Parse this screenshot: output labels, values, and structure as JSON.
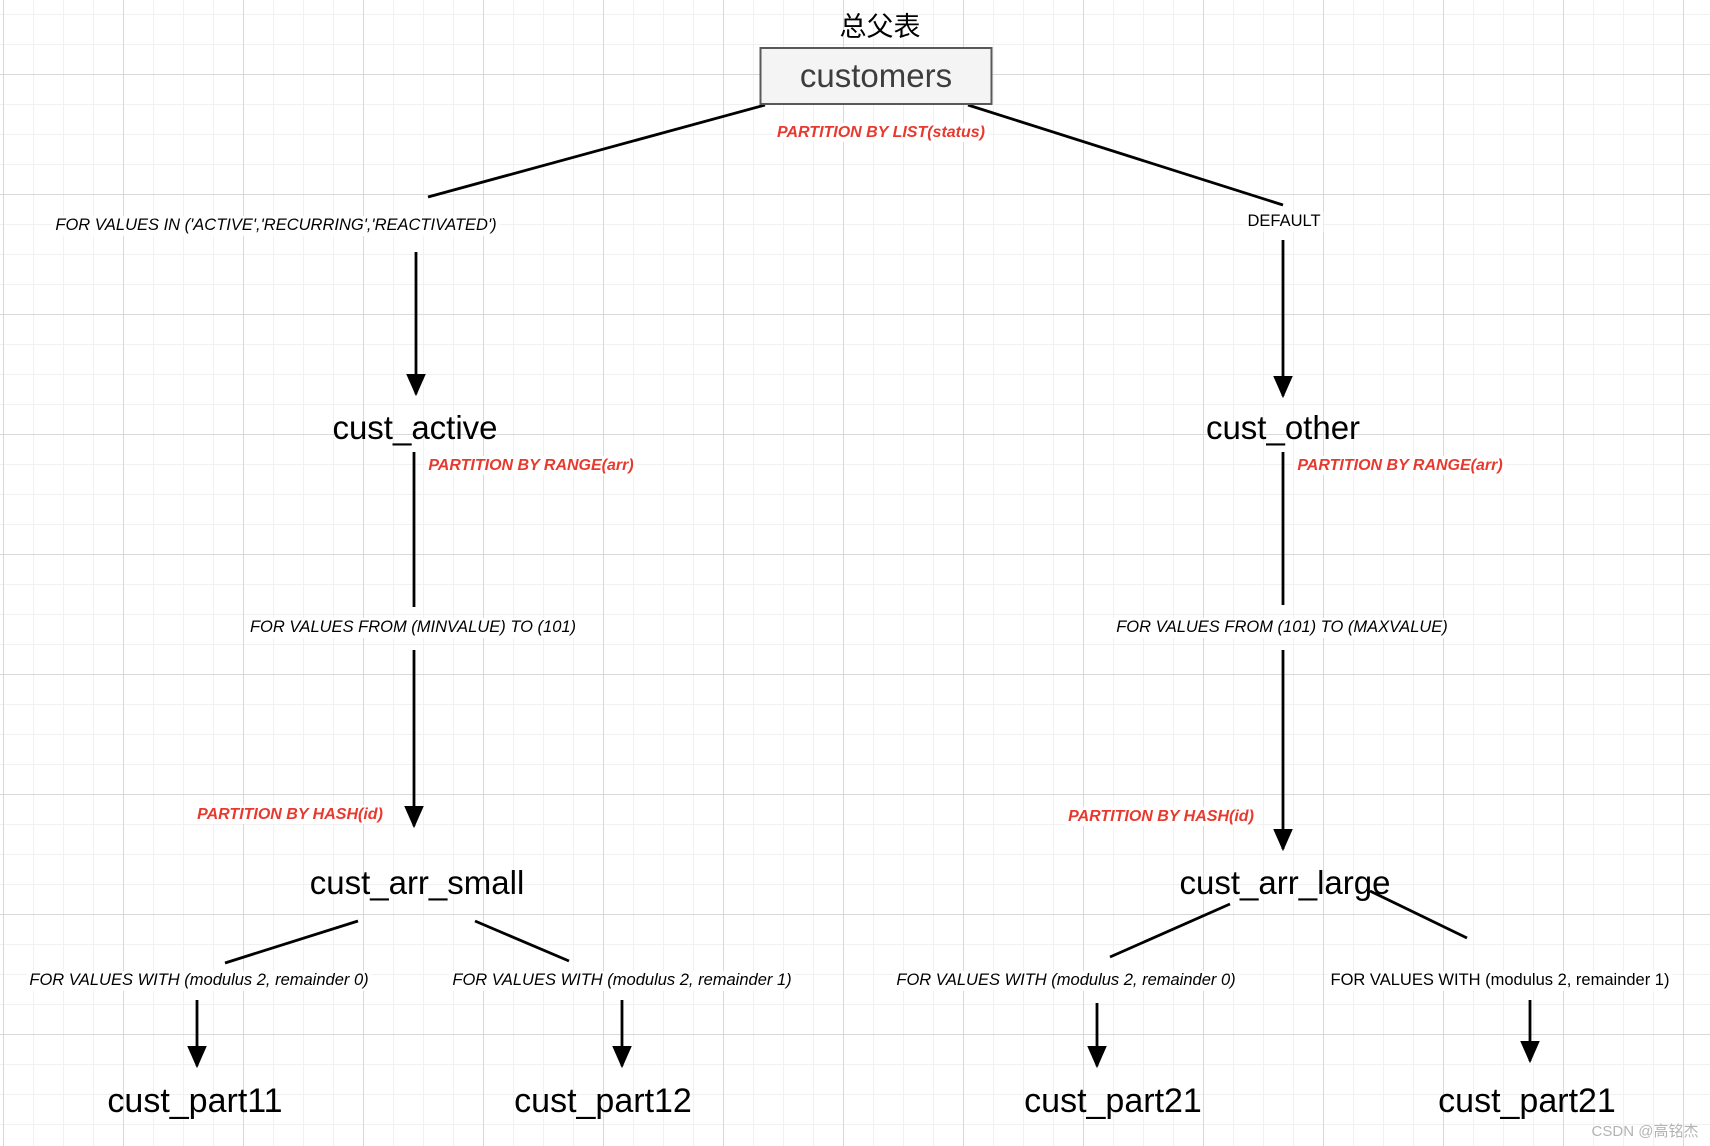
{
  "diagram": {
    "title": "总父表",
    "root": {
      "name": "customers"
    },
    "list_partition_label": "PARTITION BY LIST(status)",
    "branches": {
      "left_value_label": "FOR VALUES IN ('ACTIVE','RECURRING','REACTIVATED')",
      "right_value_label": "DEFAULT"
    },
    "cust_active": {
      "name": "cust_active",
      "partition_label": "PARTITION BY RANGE(arr)",
      "value_label": "FOR VALUES FROM (MINVALUE) TO (101)",
      "hash_label": "PARTITION BY HASH(id)"
    },
    "cust_other": {
      "name": "cust_other",
      "partition_label": "PARTITION BY RANGE(arr)",
      "value_label": "FOR VALUES FROM (101) TO (MAXVALUE)",
      "hash_label": "PARTITION BY HASH(id)"
    },
    "cust_arr_small": {
      "name": "cust_arr_small",
      "children": [
        {
          "value_label": "FOR VALUES WITH (modulus 2, remainder 0)",
          "name": "cust_part11"
        },
        {
          "value_label": "FOR VALUES WITH (modulus 2, remainder 1)",
          "name": "cust_part12"
        }
      ]
    },
    "cust_arr_large": {
      "name": "cust_arr_large",
      "children": [
        {
          "value_label": "FOR VALUES WITH (modulus 2, remainder 0)",
          "name": "cust_part21"
        },
        {
          "value_label": "FOR VALUES WITH (modulus 2, remainder 1)",
          "name": "cust_part21"
        }
      ]
    },
    "watermark": "CSDN @高铭杰",
    "colors": {
      "accent_red": "#e8392e",
      "box_fill": "#f4f4f4",
      "box_border": "#595959",
      "line_black": "#000000"
    }
  }
}
